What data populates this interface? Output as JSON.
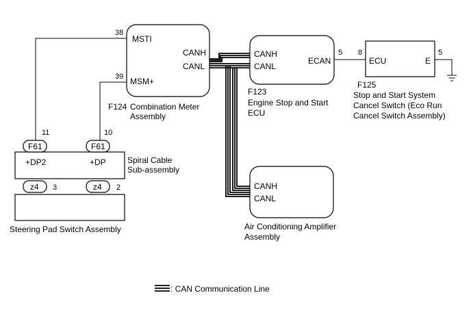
{
  "combination_meter": {
    "code": "F124",
    "name_line1": "Combination Meter",
    "name_line2": "Assembly",
    "pins": {
      "msti": {
        "label": "MSTI",
        "num": "38"
      },
      "msm": {
        "label": "MSM+",
        "num": "39"
      },
      "canh": {
        "label": "CANH"
      },
      "canl": {
        "label": "CANL"
      }
    }
  },
  "engine_ecu": {
    "code": "F123",
    "name_line1": "Engine Stop and Start",
    "name_line2": "ECU",
    "pins": {
      "canh": {
        "label": "CANH"
      },
      "canl": {
        "label": "CANL"
      },
      "ecan": {
        "label": "ECAN",
        "num": "5"
      }
    }
  },
  "cancel_switch": {
    "code": "F125",
    "name_line1": "Stop and Start System",
    "name_line2": "Cancel Switch (Eco Run",
    "name_line3": "Cancel Switch Assembly)",
    "pins": {
      "ecu": {
        "label": "ECU",
        "num": "8"
      },
      "e": {
        "label": "E",
        "num": "5"
      }
    }
  },
  "spiral_cable": {
    "name_line1": "Spiral Cable",
    "name_line2": "Sub-assembly",
    "connector_top_left": "F61",
    "connector_top_right": "F61",
    "pin_left": {
      "label": "+DP2",
      "num": "11"
    },
    "pin_right": {
      "label": "+DP",
      "num": "10"
    },
    "connector_bottom_left": {
      "label": "z4",
      "num": "3"
    },
    "connector_bottom_right": {
      "label": "z4",
      "num": "2"
    }
  },
  "steering_pad": {
    "name": "Steering Pad Switch Assembly"
  },
  "ac_amplifier": {
    "name_line1": "Air Conditioning Amplifier",
    "name_line2": "Assembly",
    "pins": {
      "canh": {
        "label": "CANH"
      },
      "canl": {
        "label": "CANL"
      }
    }
  },
  "legend": {
    "can_line": ": CAN Communication Line"
  },
  "icons": [
    "ground-icon",
    "can-line-legend-icon"
  ]
}
